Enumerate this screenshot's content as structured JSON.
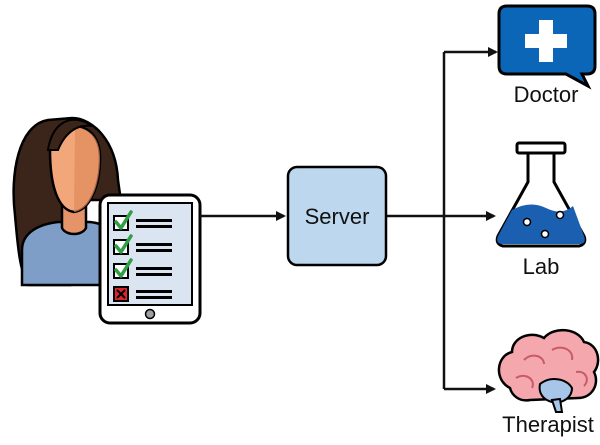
{
  "diagram": {
    "nodes": {
      "server": {
        "label": "Server",
        "icon": "server-box"
      },
      "doctor": {
        "label": "Doctor",
        "icon": "medical-cross-speech-bubble-icon"
      },
      "lab": {
        "label": "Lab",
        "icon": "flask-icon"
      },
      "therapist": {
        "label": "Therapist",
        "icon": "brain-icon"
      },
      "patient": {
        "icon": "woman-avatar-icon"
      },
      "checklist_tablet": {
        "icon": "tablet-checklist-icon",
        "items": [
          "checked",
          "checked",
          "checked",
          "rejected"
        ]
      }
    },
    "edges": [
      {
        "from": "checklist_tablet",
        "to": "server"
      },
      {
        "from": "server",
        "to": "doctor"
      },
      {
        "from": "server",
        "to": "lab"
      },
      {
        "from": "server",
        "to": "therapist"
      }
    ],
    "colors": {
      "server_fill": "#bcd7ee",
      "doctor_blue": "#0b66b8",
      "lab_liquid": "#1a5fb0",
      "tablet_bg": "#dbe5f1",
      "check_green": "#2e9e47",
      "reject_red": "#d9262e",
      "shirt": "#7e9ec8",
      "skin": "#f2a77b",
      "hair": "#3b2419",
      "brain_pink": "#f4a8ad",
      "brain_blue": "#a7c5e9"
    }
  }
}
